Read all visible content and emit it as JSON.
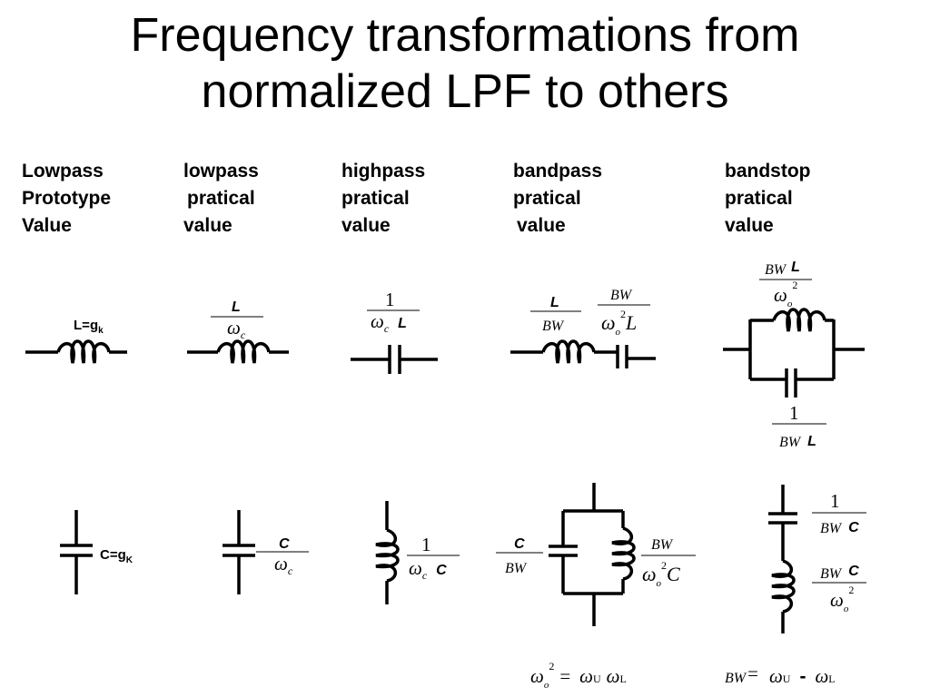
{
  "title": {
    "line1": "Frequency transformations from",
    "line2": "normalized LPF to others"
  },
  "columns": [
    {
      "line1": "Lowpass",
      "line2": "Prototype",
      "line3": "Value"
    },
    {
      "line1": "lowpass",
      "line2": "pratical",
      "line3": "value"
    },
    {
      "line1": "highpass",
      "line2": "pratical",
      "line3": "value"
    },
    {
      "line1": "bandpass",
      "line2": "pratical",
      "line3": "value"
    },
    {
      "line1": "bandstop",
      "line2": "pratical",
      "line3": "value"
    }
  ],
  "symbols": {
    "L": "L",
    "C": "C",
    "one": "1",
    "BW": "BW",
    "omega": "ω",
    "c": "c",
    "o": "o",
    "two": "2",
    "g": "g",
    "k": "k",
    "K": "K",
    "eq": "=",
    "U": "U",
    "Lsub": "L",
    "minus": "-"
  }
}
